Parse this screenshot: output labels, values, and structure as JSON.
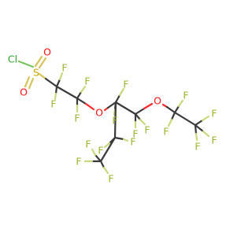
{
  "molecule": {
    "atoms": [
      {
        "id": "cl",
        "label": "Cl",
        "element": "Cl",
        "color": "#2da52d"
      },
      {
        "id": "s",
        "label": "S",
        "element": "S",
        "color": "#c9a800"
      },
      {
        "id": "o_s1",
        "label": "O",
        "element": "O",
        "color": "#ff0d0d"
      },
      {
        "id": "o_s2",
        "label": "O",
        "element": "O",
        "color": "#ff0d0d"
      },
      {
        "id": "f1",
        "label": "F",
        "element": "F",
        "color": "#97b52b"
      },
      {
        "id": "f2",
        "label": "F",
        "element": "F",
        "color": "#97b52b"
      },
      {
        "id": "f3",
        "label": "F",
        "element": "F",
        "color": "#97b52b"
      },
      {
        "id": "f4",
        "label": "F",
        "element": "F",
        "color": "#97b52b"
      },
      {
        "id": "o_ether1",
        "label": "O",
        "element": "O",
        "color": "#ff0d0d"
      },
      {
        "id": "f5",
        "label": "F",
        "element": "F",
        "color": "#97b52b"
      },
      {
        "id": "f6",
        "label": "F",
        "element": "F",
        "color": "#97b52b"
      },
      {
        "id": "o_ether2",
        "label": "O",
        "element": "O",
        "color": "#ff0d0d"
      },
      {
        "id": "f7",
        "label": "F",
        "element": "F",
        "color": "#97b52b"
      },
      {
        "id": "f8",
        "label": "F",
        "element": "F",
        "color": "#97b52b"
      },
      {
        "id": "f9",
        "label": "F",
        "element": "F",
        "color": "#97b52b"
      },
      {
        "id": "f10",
        "label": "F",
        "element": "F",
        "color": "#97b52b"
      },
      {
        "id": "f11",
        "label": "F",
        "element": "F",
        "color": "#97b52b"
      },
      {
        "id": "f12",
        "label": "F",
        "element": "F",
        "color": "#97b52b"
      },
      {
        "id": "f13",
        "label": "F",
        "element": "F",
        "color": "#97b52b"
      },
      {
        "id": "f14",
        "label": "F",
        "element": "F",
        "color": "#97b52b"
      },
      {
        "id": "f15",
        "label": "F",
        "element": "F",
        "color": "#97b52b"
      }
    ]
  }
}
